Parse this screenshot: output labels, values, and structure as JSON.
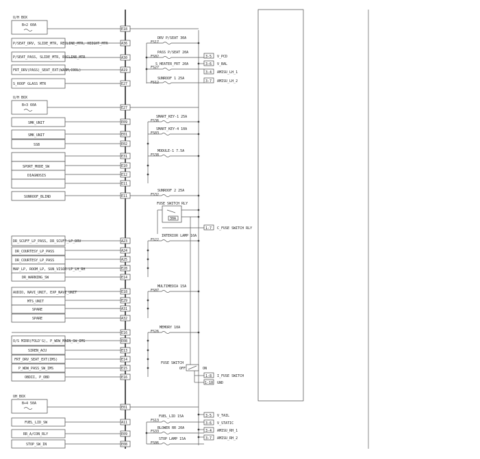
{
  "blocks": [
    {
      "header": "U/H BOX",
      "relay": "B+2 60A"
    },
    {
      "header": "U/H BOX",
      "relay": "B+3 60A"
    },
    {
      "header": "UH_BOX",
      "relay": "B+4 50A"
    }
  ],
  "modules": [
    {
      "label": "P/SEAT_DRV, SLIDE_MTR, RECLINE_MTR, HEIGHT_MTR",
      "pin": "A36"
    },
    {
      "label": "P/SEAT_PASS, SLIDE_MTR, RECLINE_MTR",
      "pin": "A30"
    },
    {
      "label": "FRT_DRV(PASS)_SEAT_EXT(WARM,COOL)",
      "pin": "A19"
    },
    {
      "label": "S_ROOF GLASS MTR",
      "pin": "E27"
    },
    {
      "label": "SMK_UNIT",
      "pin": "E09"
    },
    {
      "label": "SMK_UNIT",
      "pin": "E01"
    },
    {
      "label": "SSB",
      "pin": "E02"
    },
    {
      "label": "",
      "pin": "E31"
    },
    {
      "label": "SPORT_MODE_SW",
      "pin": "E10"
    },
    {
      "label": "DIAGNOSIS",
      "pin": "E12"
    },
    {
      "label": "",
      "pin": "E11"
    },
    {
      "label": "SUNROOF_BLIND",
      "pin": "E11"
    },
    {
      "label": "DR_SCUFF_LP_PASS, DR_SCUFF_LP_DRV",
      "pin": "A23"
    },
    {
      "label": "DR_COURTESY_LP_PASS",
      "pin": "A24"
    },
    {
      "label": "DR_COURTESY_LP_PASS",
      "pin": "A25"
    },
    {
      "label": "MAP_LP, ROOM_LP, SUN_VISOR-LP_LH_RH",
      "pin": "E28"
    },
    {
      "label": "DR_WARNING_SW",
      "pin": "E14"
    },
    {
      "label": "AUDIO, NAVI_UNIT, EXP_NAVI_UNIT",
      "pin": "E18"
    },
    {
      "label": "MTS_UNIT",
      "pin": "E29"
    },
    {
      "label": "SPARE",
      "pin": "A31"
    },
    {
      "label": "SPARE",
      "pin": "A32"
    },
    {
      "label": "",
      "pin": "E16"
    },
    {
      "label": "O/S MIRR(FOLD'G), P_WDW_MAIN_SW_IMS",
      "pin": "E08"
    },
    {
      "label": "SIREN_ACU",
      "pin": "E13"
    },
    {
      "label": "FRT_DRV_SEAT_EXT(IMS)",
      "pin": "E14"
    },
    {
      "label": "P_WDW_PASS_SW_IMS",
      "pin": "E15"
    },
    {
      "label": "OBDII, P_OBD",
      "pin": "E16"
    },
    {
      "label": "FUEL_LID_SW",
      "pin": "A11"
    },
    {
      "label": "RR_A/CON_RLY",
      "pin": "E09"
    },
    {
      "label": "STOP_SW_IN",
      "pin": "E08"
    }
  ],
  "bus_pins": [
    "E18",
    "E27",
    "E01"
  ],
  "fuses": [
    {
      "id": "FS17",
      "name": "DRV P/SEAT 30A"
    },
    {
      "id": "FS02",
      "name": "PASS P/SEAT 20A"
    },
    {
      "id": "FS27",
      "name": "S_HEATER_FRT 20A"
    },
    {
      "id": "FS12",
      "name": "SUNROOF 1 25A"
    },
    {
      "id": "FS36",
      "name": "SMART_KEY-1 25A"
    },
    {
      "id": "FS03",
      "name": "SMART_KEY-4 10A"
    },
    {
      "id": "FS38",
      "name": "MODULE-1 7.5A"
    },
    {
      "id": "FS32",
      "name": "SUNROOF 2 25A"
    },
    {
      "id": "FS22",
      "name": "INTERIOR LAMP 10A"
    },
    {
      "id": "FS07",
      "name": "MULTIMEDIA 15A"
    },
    {
      "id": "FS26",
      "name": "MEMORY 10A"
    },
    {
      "id": "FS13",
      "name": "FUEL_LID 15A"
    },
    {
      "id": "FS33",
      "name": "BLOWER RR 20A"
    },
    {
      "id": "FS06",
      "name": "STOP LAMP 15A"
    }
  ],
  "outputs": [
    {
      "pin": "3-5",
      "label": "V_PCD"
    },
    {
      "pin": "3-6",
      "label": "V_BAL"
    },
    {
      "pin": "3-4",
      "label": "AMISU_LH_1"
    },
    {
      "pin": "3-7",
      "label": "AMISU_LH_2"
    },
    {
      "pin": "1-7",
      "label": "C_FUSE SWITCH RLY"
    },
    {
      "pin": "1-8",
      "label": "I_FUSE SWITCH"
    },
    {
      "pin": "1-10",
      "label": "GND"
    },
    {
      "pin": "3-5",
      "label": "V_TAIL"
    },
    {
      "pin": "3-6",
      "label": "V_STATIC"
    },
    {
      "pin": "3-4",
      "label": "AMISU_RH_1"
    },
    {
      "pin": "3-7",
      "label": "AMISU_RH_2"
    }
  ],
  "relay": {
    "title": "FUSE SWITCH RLY",
    "coil": "30A"
  },
  "fuse_switch": {
    "title": "FUSE SWITCH",
    "off": "OFF",
    "on": "ON"
  }
}
